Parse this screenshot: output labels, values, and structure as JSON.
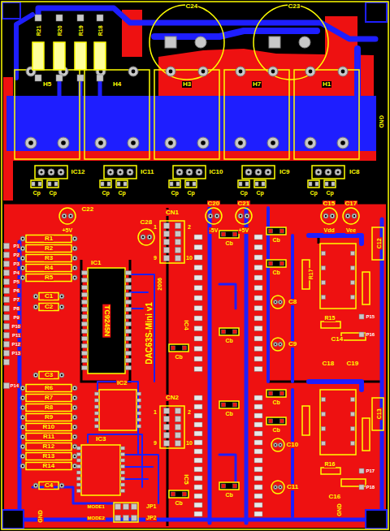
{
  "diagram": {
    "labels": [
      "C24",
      "C23",
      "R21",
      "R20",
      "R19",
      "R18",
      "H5",
      "H4",
      "H3",
      "H7",
      "H1",
      "GND",
      "IC12",
      "IC11",
      "IC10",
      "IC9",
      "IC8",
      "Cp",
      "Cp",
      "Cp",
      "Cp",
      "Cp",
      "Cp",
      "Cp",
      "Cp",
      "Cp",
      "Cp",
      "C22",
      "+5V",
      "C28",
      "CN1",
      "C20",
      "C21",
      "-5V",
      "+5V",
      "C15",
      "C17",
      "Vdd",
      "Vee",
      "R1",
      "R2",
      "R3",
      "R4",
      "R5",
      "C1",
      "C2",
      "C3",
      "R6",
      "R7",
      "R8",
      "R9",
      "R10",
      "R11",
      "R12",
      "R13",
      "R14",
      "C4",
      "P1",
      "P2",
      "P3",
      "P4",
      "P5",
      "P6",
      "P7",
      "P8",
      "P9",
      "P10",
      "P11",
      "P12",
      "P13",
      "P14",
      "IC1",
      "TC9245N",
      "DAC63S-Mini v1",
      "2006",
      "IC2",
      "IC3",
      "MODE1",
      "MODE2",
      "JP1",
      "JP2",
      "GND",
      "CN2",
      "1",
      "2",
      "9",
      "10",
      "1",
      "2",
      "9",
      "10",
      "IC4",
      "IC5",
      "Cb",
      "Cb",
      "Cb",
      "Cb",
      "Cb",
      "Cb",
      "Cb",
      "Cb",
      "Cb",
      "Cb",
      "C8",
      "C9",
      "C10",
      "C11",
      "C12",
      "C13",
      "C14",
      "C18",
      "C19",
      "C16",
      "R15",
      "R16",
      "R17",
      "P15",
      "P16",
      "P17",
      "P18",
      "GND"
    ]
  }
}
